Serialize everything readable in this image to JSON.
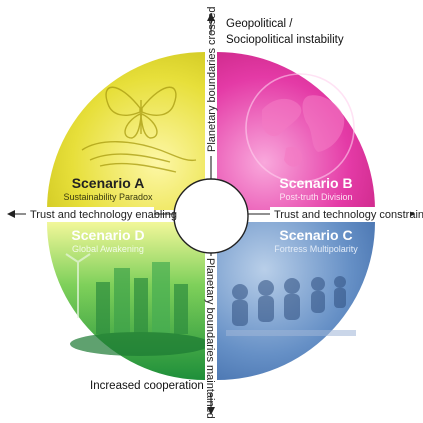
{
  "top_label": [
    "Geopolitical /",
    "Sociopolitical instability"
  ],
  "bottom_label": "Increased cooperation",
  "axis_labels": {
    "left": "Trust and technology enabling",
    "right": "Trust and technology constraining",
    "top": "Planetary boundaries crossed",
    "bottom": "Planetary boundaries maintained"
  },
  "scenarios": [
    {
      "id": "A",
      "title": "Scenario A",
      "subtitle": "Sustainability Paradox",
      "color": "#e2d92d",
      "icon_name": "butterfly-hand-icon"
    },
    {
      "id": "B",
      "title": "Scenario B",
      "subtitle": "Post-truth Division",
      "color": "#e43aa6",
      "icon_name": "globe-icon"
    },
    {
      "id": "C",
      "title": "Scenario C",
      "subtitle": "Fortress Multipolarity",
      "color": "#4f7fbf",
      "icon_name": "people-icon"
    },
    {
      "id": "D",
      "title": "Scenario D",
      "subtitle": "Global Awakening",
      "color": "#3cb84a",
      "icon_name": "green-city-icon"
    }
  ]
}
